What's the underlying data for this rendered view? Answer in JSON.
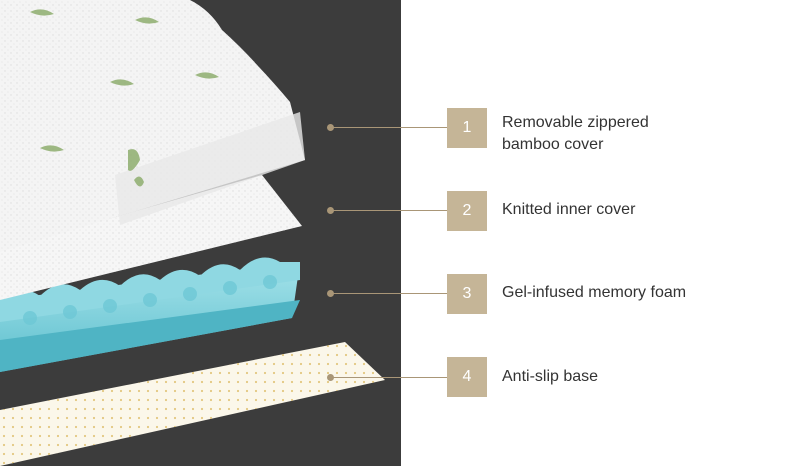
{
  "callouts": [
    {
      "number": "1",
      "lines": [
        "Removable zippered",
        "bamboo cover"
      ]
    },
    {
      "number": "2",
      "lines": [
        "Knitted inner cover"
      ]
    },
    {
      "number": "3",
      "lines": [
        "Gel-infused memory foam"
      ]
    },
    {
      "number": "4",
      "lines": [
        "Anti-slip base"
      ]
    }
  ],
  "colors": {
    "panel": "#3c3c3c",
    "accent": "#c5b597",
    "line": "#a99677",
    "foam": "#7ed0dc",
    "bamboo_print": "#8fae6f"
  }
}
